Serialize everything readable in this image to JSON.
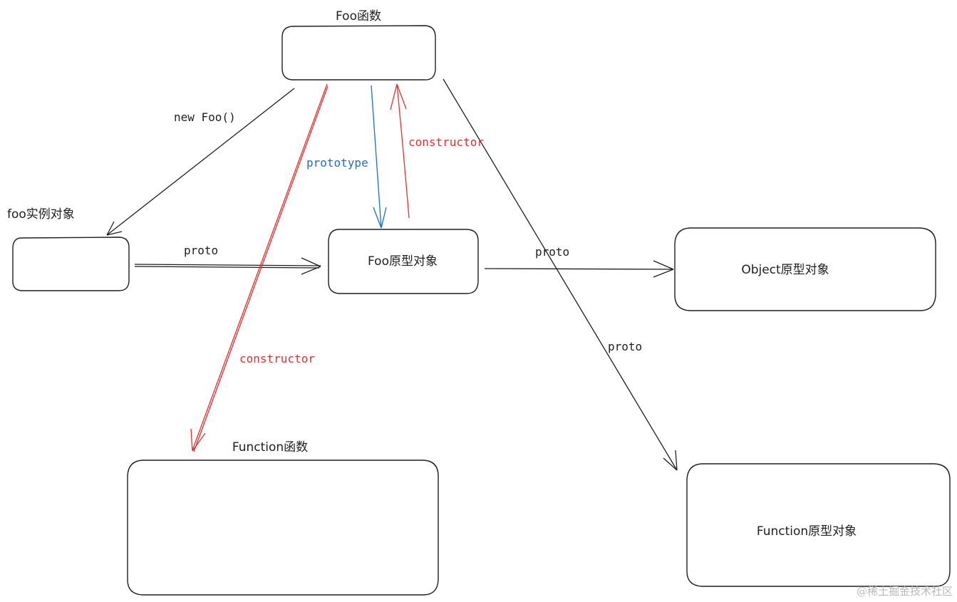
{
  "colors": {
    "ink": "#1e1e1e",
    "red": "#e03131",
    "blue": "#1971c2",
    "watermark": "#b8b8b8"
  },
  "nodes": {
    "foo_function": "Foo函数",
    "foo_instance": "foo实例对象",
    "foo_prototype": "Foo原型对象",
    "object_prototype": "Object原型对象",
    "function_function": "Function函数",
    "function_prototype": "Function原型对象"
  },
  "edges": {
    "new_foo": "new Foo()",
    "prototype": "prototype",
    "constructor_to_foo": "constructor",
    "instance_proto": "proto",
    "foo_proto_to_object": "proto",
    "foo_fn_proto": "proto",
    "constructor_to_function": "constructor"
  },
  "watermark": "@稀土掘金技术社区"
}
